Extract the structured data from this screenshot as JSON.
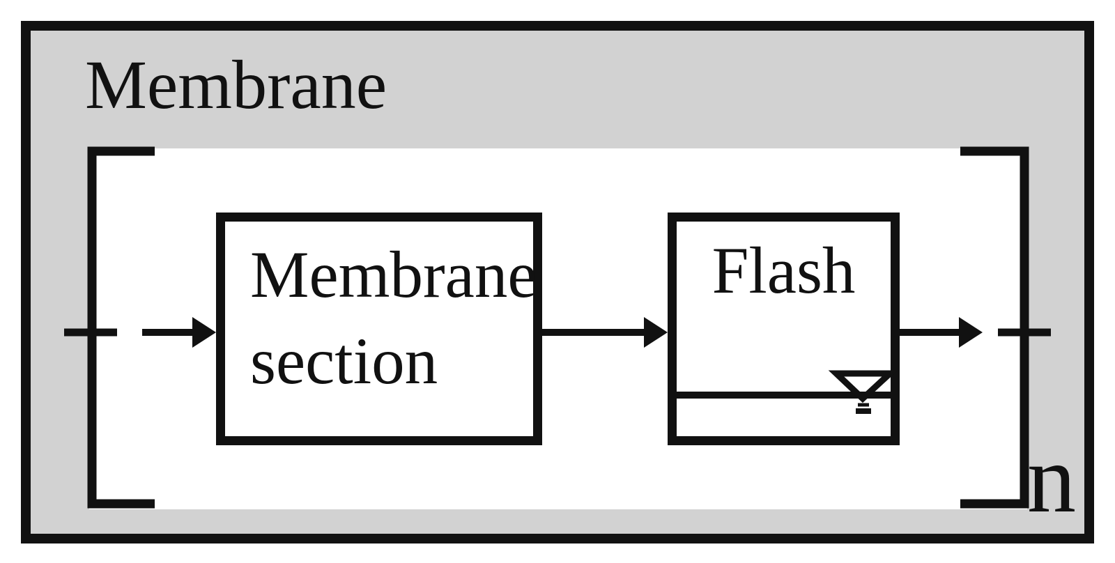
{
  "figure": {
    "title": "Membrane",
    "unit": {
      "blocks": [
        {
          "name": "membrane-section",
          "label_lines": [
            "Membrane",
            "section"
          ]
        },
        {
          "name": "flash",
          "label_lines": [
            "Flash"
          ]
        }
      ],
      "repeat_subscript": "n"
    },
    "icons": {
      "level_indicator": "liquid-level-icon",
      "flow_arrow": "right-arrow-icon"
    },
    "colors": {
      "frame_fill": "#d2d2d2",
      "region_fill": "#ffffff",
      "stroke": "#111111"
    }
  }
}
